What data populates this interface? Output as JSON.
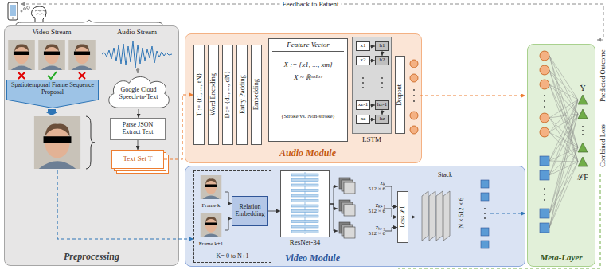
{
  "diagram": {
    "nodes": [
      {
        "text": [
          "Preprocessing"
        ]
      },
      {
        "text": [
          "Spatiotemporal Frame Sequence Proposal"
        ],
        "in": 0
      },
      {
        "text": [
          "Google Cloud Speech-to-Text"
        ],
        "in": 0
      },
      {
        "text": [
          "Parse JSON Extract Text"
        ],
        "in": 0
      },
      {
        "text": [
          "Text Set T"
        ],
        "in": 0
      },
      {
        "text": [
          "Audio Module"
        ]
      },
      {
        "text": [
          "T := {t1, ..., tN}"
        ],
        "in": 5
      },
      {
        "text": [
          "Word Encoding"
        ],
        "in": 5
      },
      {
        "text": [
          "D := {d1, ..., dN}"
        ],
        "in": 5
      },
      {
        "text": [
          "Entry Padding"
        ],
        "in": 5
      },
      {
        "text": [
          "Embedding"
        ],
        "in": 5
      },
      {
        "text": [
          "Feature Vector",
          "X := {x1, ..., xm}",
          "X ~ ℝᵐˣᴱˣᵛ",
          "{Stroke vs. Non-stroke}"
        ],
        "in": 5
      },
      {
        "text": [
          "LSTM"
        ],
        "in": 5
      },
      {
        "text": [
          "x1"
        ],
        "in": 12
      },
      {
        "text": [
          "x2"
        ],
        "in": 12
      },
      {
        "text": [
          "xz-1"
        ],
        "in": 12
      },
      {
        "text": [
          "xz"
        ],
        "in": 12
      },
      {
        "text": [
          "h1"
        ],
        "in": 12
      },
      {
        "text": [
          "h2"
        ],
        "in": 12
      },
      {
        "text": [
          "hz-1"
        ],
        "in": 12
      },
      {
        "text": [
          "hz"
        ],
        "in": 12
      },
      {
        "text": [
          "Dropout"
        ],
        "in": 5
      },
      {
        "text": [
          "Video Module"
        ]
      },
      {
        "text": [
          "K= 0 to N+1"
        ],
        "in": 22
      },
      {
        "text": [
          "Frame k"
        ],
        "in": 23
      },
      {
        "text": [
          "Frame k+1"
        ],
        "in": 23
      },
      {
        "text": [
          "Relation Embedding"
        ],
        "in": 23
      },
      {
        "text": [
          "ResNet-34"
        ],
        "in": 22
      },
      {
        "text": [
          "zₖ",
          "512 × 6"
        ],
        "in": 22
      },
      {
        "text": [
          "zₖ₊₁",
          "512 × 6"
        ],
        "in": 22
      },
      {
        "text": [
          "zₖ₊₂",
          "512 × 6"
        ],
        "in": 22
      },
      {
        "text": [
          "Loss ℒI"
        ],
        "in": 22
      },
      {
        "text": [
          "Stack",
          "N × 512 × 6"
        ],
        "in": 22
      },
      {
        "text": [
          "Meta-Layer"
        ]
      }
    ],
    "edges": [
      {
        "from": 2,
        "to": 3,
        "arrow": "to"
      },
      {
        "from": 3,
        "to": 4,
        "arrow": "to"
      },
      {
        "from": 4,
        "to": 6,
        "arrow": "to"
      },
      {
        "from": 13,
        "to": 17,
        "arrow": "to"
      },
      {
        "from": 14,
        "to": 18,
        "arrow": "to"
      },
      {
        "from": 15,
        "to": 19,
        "arrow": "to"
      },
      {
        "from": 16,
        "to": 20,
        "arrow": "to"
      },
      {
        "from": 17,
        "to": 18,
        "arrow": "to"
      },
      {
        "from": 19,
        "to": 20,
        "arrow": "to"
      },
      {
        "from": 24,
        "to": 26,
        "arrow": "to"
      },
      {
        "from": 25,
        "to": 26,
        "arrow": "to"
      },
      {
        "from": 26,
        "to": 27,
        "arrow": "to"
      },
      {
        "from": 27,
        "to": 28,
        "arrow": "to"
      },
      {
        "from": 27,
        "to": 29,
        "arrow": "to"
      },
      {
        "from": 27,
        "to": 30,
        "arrow": "to"
      },
      {
        "from": 28,
        "to": 31,
        "arrow": "to"
      },
      {
        "from": 29,
        "to": 31,
        "arrow": "to"
      },
      {
        "from": 30,
        "to": 31,
        "arrow": "to"
      },
      {
        "from": 31,
        "to": 32,
        "arrow": "to"
      }
    ],
    "labels": [
      "Feedback to Patient",
      "Predicted Outcome",
      "Combined Loss",
      "Video Stream",
      "Audio Stream",
      "Ŷ",
      "ℒF"
    ]
  }
}
